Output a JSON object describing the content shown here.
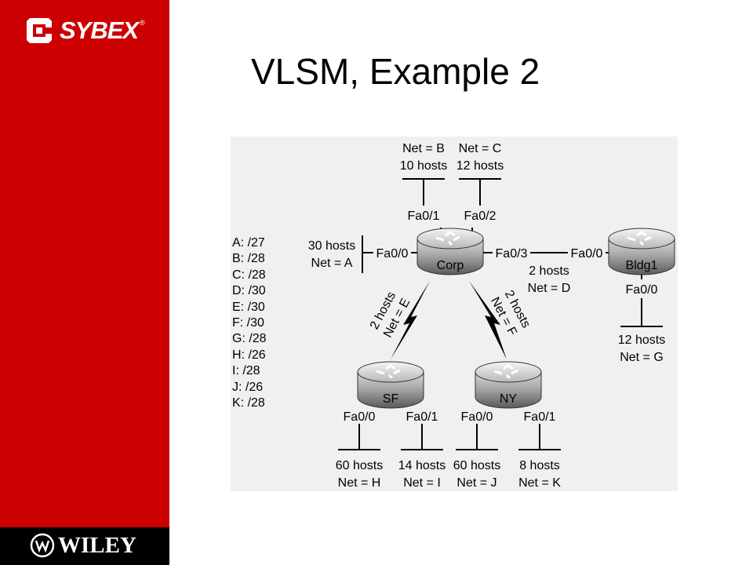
{
  "branding": {
    "publisher_logo": "SYBEX",
    "footer_logo": "WILEY"
  },
  "title": "VLSM, Example 2",
  "subnet_masks": [
    "A: /27",
    "B: /28",
    "C: /28",
    "D: /30",
    "E: /30",
    "F: /30",
    "G: /28",
    "H: /26",
    "I: /28",
    "J: /26",
    "K: /28"
  ],
  "routers": {
    "corp": "Corp",
    "bldg1": "Bldg1",
    "sf": "SF",
    "ny": "NY"
  },
  "interfaces": {
    "corp_fa00": "Fa0/0",
    "corp_fa01": "Fa0/1",
    "corp_fa02": "Fa0/2",
    "corp_fa03": "Fa0/3",
    "bldg1_fa00_left": "Fa0/0",
    "bldg1_fa00_down": "Fa0/0",
    "sf_fa00": "Fa0/0",
    "sf_fa01": "Fa0/1",
    "ny_fa00": "Fa0/0",
    "ny_fa01": "Fa0/1"
  },
  "networks": {
    "B": {
      "net": "Net = B",
      "hosts": "10 hosts"
    },
    "C": {
      "net": "Net = C",
      "hosts": "12 hosts"
    },
    "A": {
      "hosts": "30 hosts",
      "net": "Net = A"
    },
    "D": {
      "hosts": "2 hosts",
      "net": "Net = D"
    },
    "E": {
      "hosts": "2 hosts",
      "net": "Net = E"
    },
    "F": {
      "hosts": "2 hosts",
      "net": "Net = F"
    },
    "G": {
      "hosts": "12 hosts",
      "net": "Net = G"
    },
    "H": {
      "hosts": "60 hosts",
      "net": "Net = H"
    },
    "I": {
      "hosts": "14 hosts",
      "net": "Net = I"
    },
    "J": {
      "hosts": "60 hosts",
      "net": "Net = J"
    },
    "K": {
      "hosts": "8 hosts",
      "net": "Net = K"
    }
  }
}
